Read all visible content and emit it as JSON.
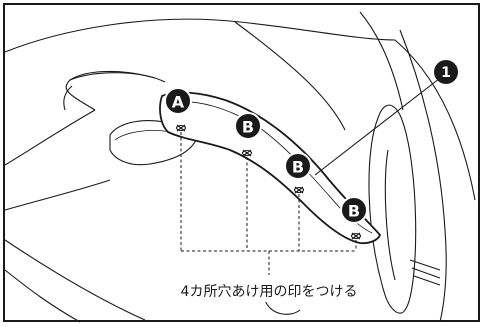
{
  "labels": {
    "a": "A",
    "b1": "B",
    "b2": "B",
    "b3": "B",
    "num1": "1"
  },
  "caption": "4カ所穴あけ用の印をつける",
  "colors": {
    "line": "#1a1a1a",
    "callout_fill": "#1a1a1a",
    "callout_text": "#ffffff",
    "background": "#ffffff"
  }
}
